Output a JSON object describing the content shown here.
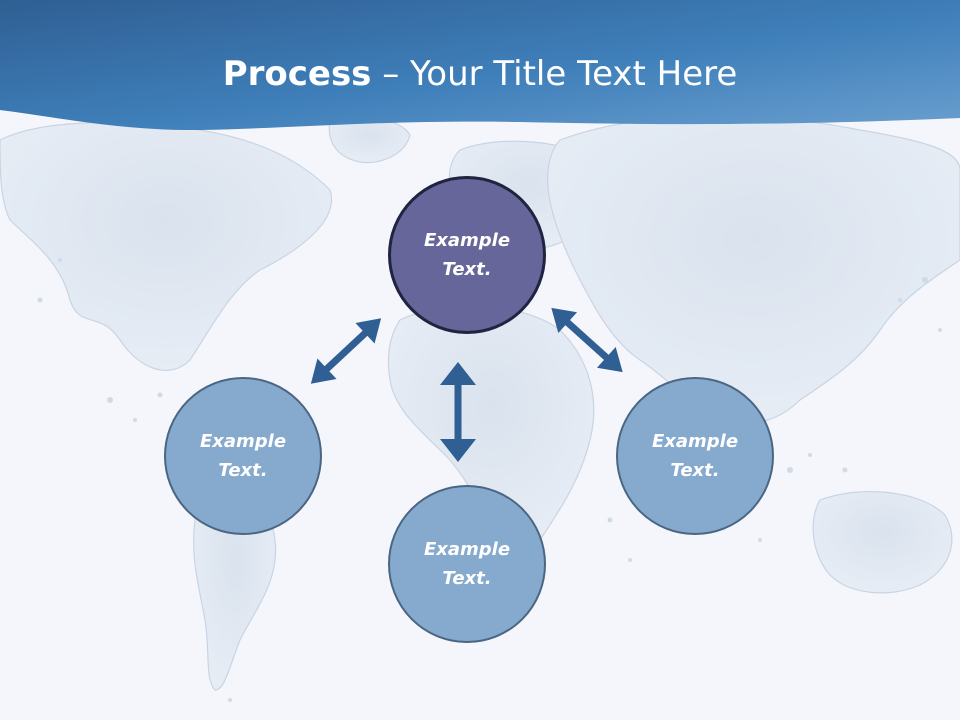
{
  "title": {
    "bold_part": "Process",
    "rest": "– Your Title Text Here"
  },
  "nodes": {
    "top": {
      "line1": "Example",
      "line2": "Text."
    },
    "left": {
      "line1": "Example",
      "line2": "Text."
    },
    "right": {
      "line1": "Example",
      "line2": "Text."
    },
    "bottom": {
      "line1": "Example",
      "line2": "Text."
    }
  },
  "colors": {
    "header_blue": "#3d74ad",
    "accent_node": "#66669a",
    "node_fill": "#86a9ce",
    "arrow": "#2f5f93"
  },
  "icons": {
    "arrows": [
      "double-arrow-diagonal-left",
      "double-arrow-diagonal-right",
      "double-arrow-vertical"
    ]
  }
}
